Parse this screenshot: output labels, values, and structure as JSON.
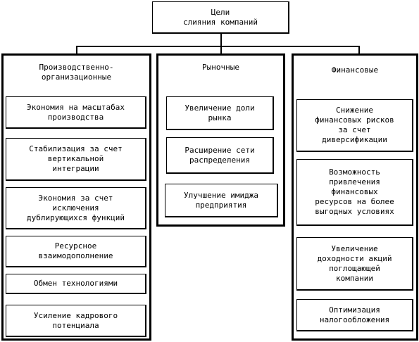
{
  "diagram": {
    "root": "Цели\nслияния компаний",
    "columns": [
      {
        "title": "Производственно-\nорганизационные",
        "items": [
          "Экономия на масштабах\nпроизводства",
          "Стабилизация за счет\nвертикальной\nинтеграции",
          "Экономия за счет\nисключения\nдублирующихся функций",
          "Ресурсное\nвзаимодополнение",
          "Обмен технологиями",
          "Усиление кадрового\nпотенциала"
        ]
      },
      {
        "title": "Рыночные",
        "items": [
          "Увеличение доли\nрынка",
          "Расширение сети\nраспределения",
          "Улучшение имиджа\nпредприятия"
        ]
      },
      {
        "title": "Финансовые",
        "items": [
          "Снижение\nфинансовых рисков\nза счет\nдиверсификации",
          "Возможность\nпривлечения\nфинансовых\nресурсов на более\nвыгодных условиях",
          "Увеличение\nдоходности акций\nпоглощающей\nкомпании",
          "Оптимизация\nналогообложения"
        ]
      }
    ]
  }
}
